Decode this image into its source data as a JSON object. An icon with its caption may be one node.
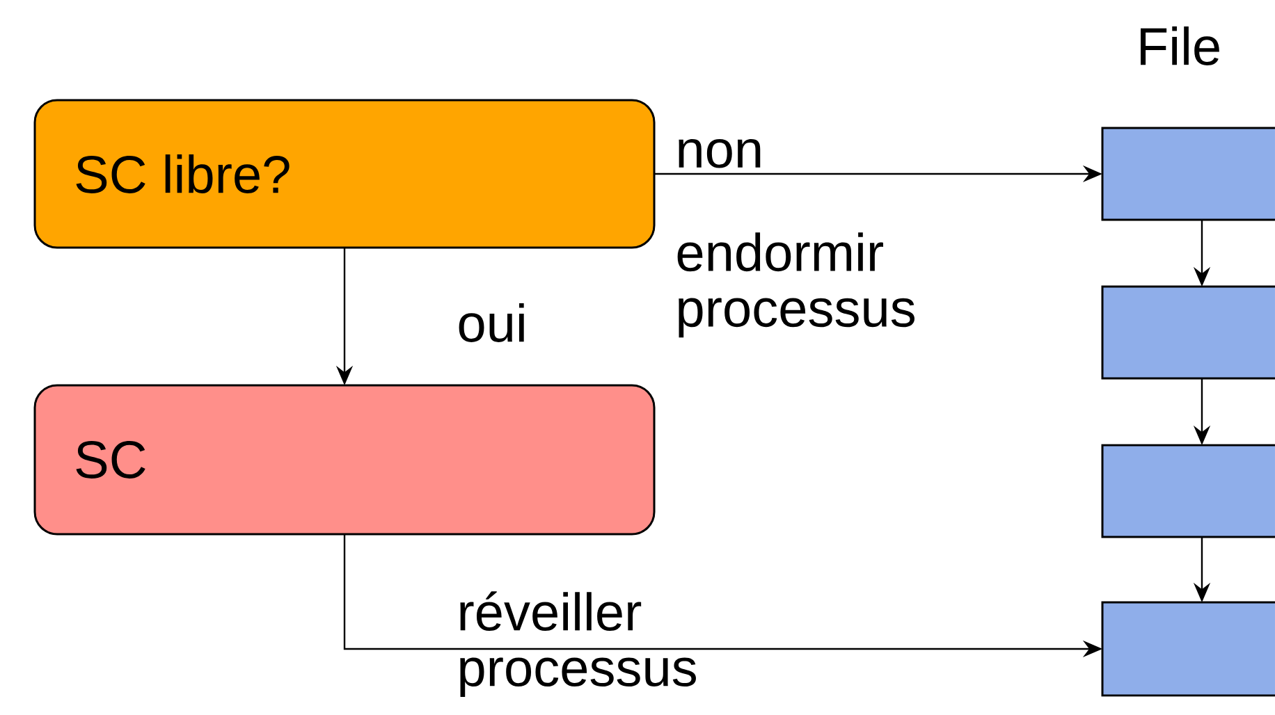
{
  "diagram": {
    "nodes": [
      {
        "text": [
          "SC libre?"
        ]
      },
      {
        "text": [
          "SC"
        ]
      },
      {
        "text": [],
        "shape": "box"
      },
      {
        "text": [],
        "shape": "box"
      },
      {
        "text": [],
        "shape": "box"
      },
      {
        "text": [],
        "shape": "box"
      }
    ],
    "edges": [
      {
        "from": 0,
        "to": 2,
        "arrow": "to",
        "label": "non"
      },
      {
        "from": 0,
        "to": 1,
        "arrow": "to",
        "label": "oui"
      },
      {
        "from": 1,
        "to": 5,
        "arrow": "to",
        "label": "réveiller processus"
      },
      {
        "from": 2,
        "to": 3,
        "arrow": "to"
      },
      {
        "from": 3,
        "to": 4,
        "arrow": "to"
      },
      {
        "from": 4,
        "to": 5,
        "arrow": "to"
      }
    ],
    "labels": [
      "File",
      "endormir processus"
    ]
  }
}
